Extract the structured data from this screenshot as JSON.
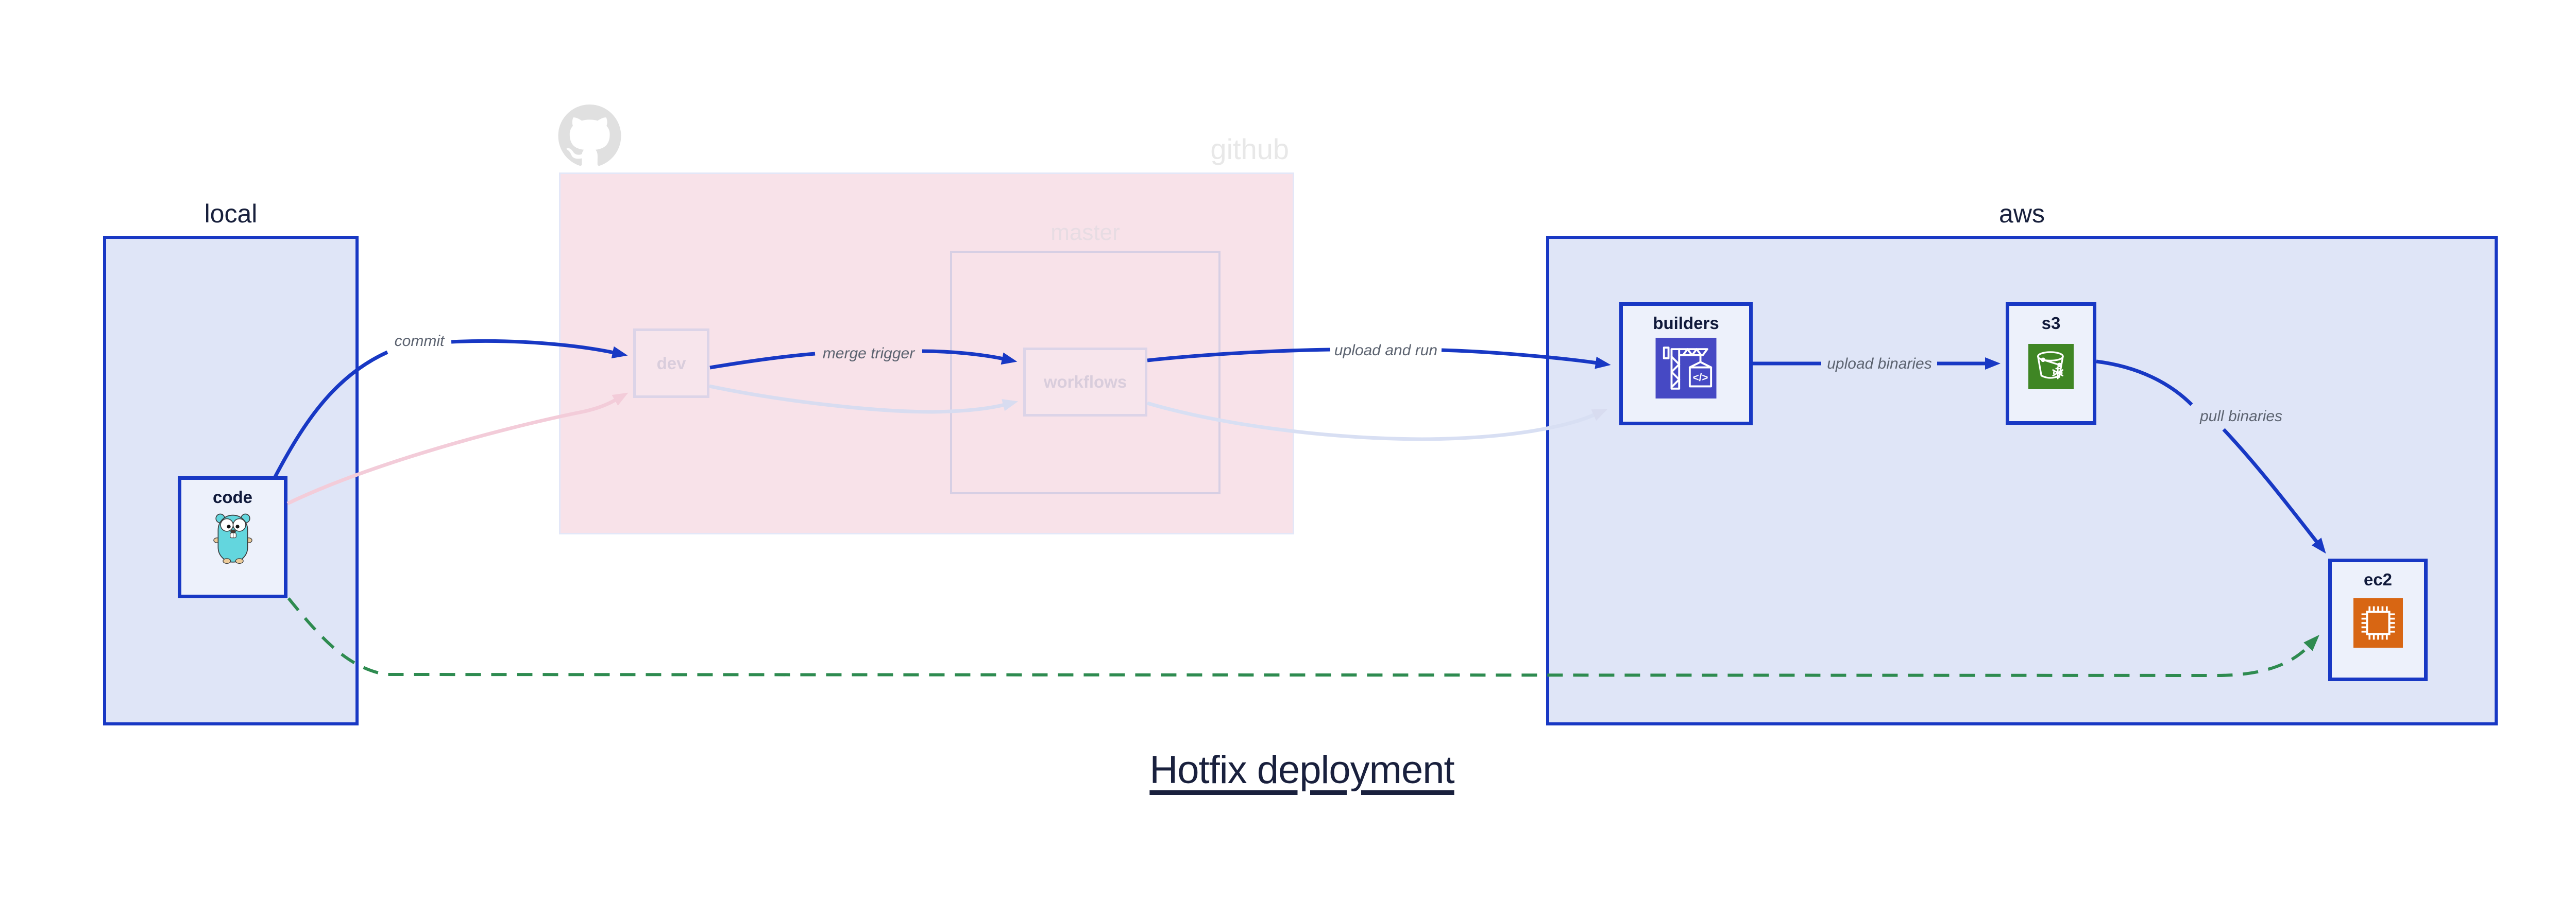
{
  "title": "Hotfix deployment",
  "clusters": {
    "local": {
      "label": "local"
    },
    "github": {
      "label": "github",
      "master_label": "master"
    },
    "aws": {
      "label": "aws"
    }
  },
  "nodes": {
    "code": {
      "label": "code",
      "icon": "go-gopher"
    },
    "dev": {
      "label": "dev"
    },
    "workflows": {
      "label": "workflows"
    },
    "builders": {
      "label": "builders",
      "icon": "aws-codebuild-crane",
      "icon_glyph": "</>"
    },
    "s3": {
      "label": "s3",
      "icon": "aws-s3-glacier-bucket"
    },
    "ec2": {
      "label": "ec2",
      "icon": "aws-ec2-chip"
    }
  },
  "edges": {
    "commit": {
      "label": "commit",
      "style": "solid-blue",
      "from": "code",
      "to": "dev"
    },
    "merge_trigger": {
      "label": "merge trigger",
      "style": "solid-blue",
      "from": "dev",
      "to": "workflows"
    },
    "upload_and_run": {
      "label": "upload and run",
      "style": "solid-blue",
      "from": "workflows",
      "to": "builders"
    },
    "upload_binaries": {
      "label": "upload binaries",
      "style": "solid-blue",
      "from": "builders",
      "to": "s3"
    },
    "pull_binaries": {
      "label": "pull binaries",
      "style": "solid-blue",
      "from": "s3",
      "to": "ec2"
    },
    "hotfix_direct": {
      "label": "",
      "style": "dashed-green",
      "from": "code",
      "to": "ec2"
    },
    "faded_code_to_dev": {
      "label": "",
      "style": "faded-pink",
      "from": "code",
      "to": "dev"
    },
    "faded_dev_to_workflows": {
      "label": "",
      "style": "faded-lavender",
      "from": "dev",
      "to": "workflows"
    },
    "faded_workflows_to_builders": {
      "label": "",
      "style": "faded-lavender",
      "from": "workflows",
      "to": "builders"
    }
  },
  "icons": {
    "github_region": "github-octocat"
  },
  "colors": {
    "blue": "#1838c4",
    "green_dashed": "#2e8b50",
    "cluster_fill": "#dfe5f7",
    "node_fill": "#edf1fb",
    "github_region_fill": "#f8e2e9",
    "faded_border": "#dcd4e8",
    "faded_text": "#d9cddc",
    "edge_label_gray": "#5c6370",
    "title_color": "#19203d",
    "codebuild_indigo": "#4649c4",
    "s3_green": "#3f8624",
    "ec2_orange": "#d86613",
    "gopher_teal": "#63d6de",
    "faded_pink_arrow": "#f3ccd9",
    "faded_lavender_arrow": "#d8dcf0"
  }
}
